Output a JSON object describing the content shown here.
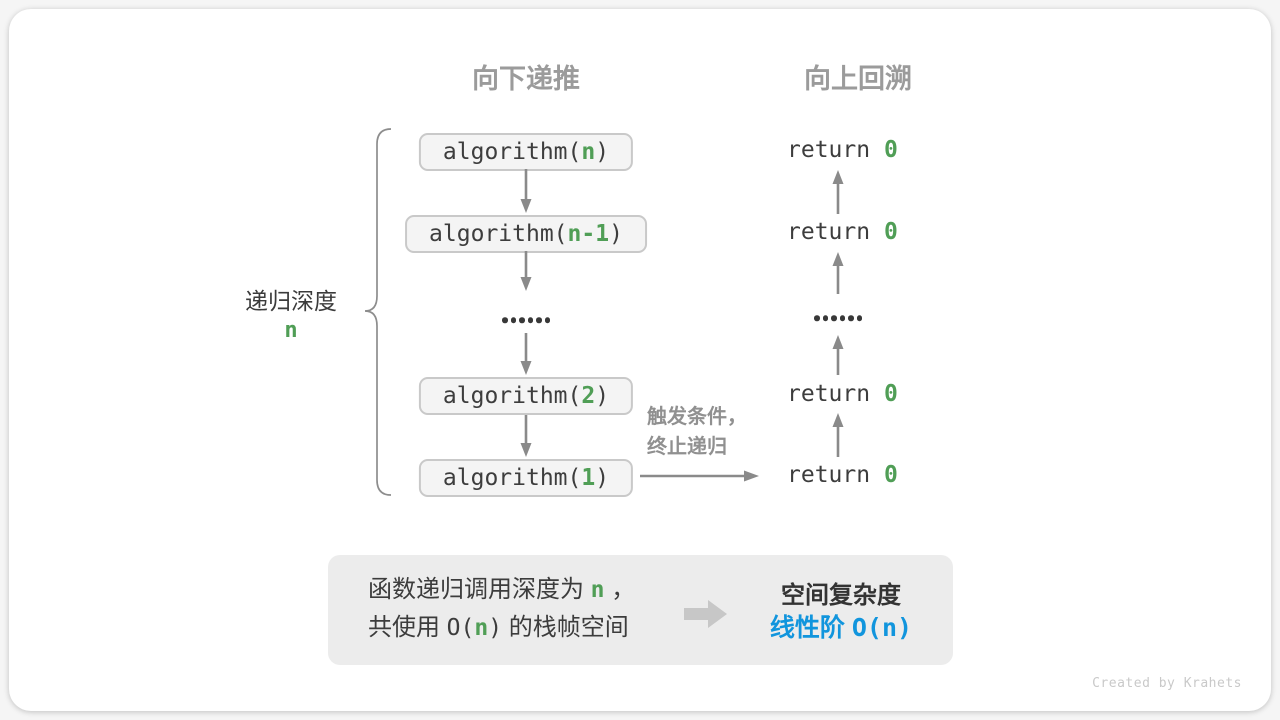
{
  "colors": {
    "accent_green": "#509e56",
    "accent_blue": "#1195dd",
    "arrow_gray": "#8a8a8a",
    "box_fill": "#f4f4f4",
    "box_border": "#c9c9c9",
    "summary_fill": "#ececec"
  },
  "headers": {
    "recurse": "向下递推",
    "backtrack": "向上回溯"
  },
  "depth_label": {
    "text": "递归深度",
    "var": "n"
  },
  "call_stack": {
    "boxes": [
      {
        "prefix": "algorithm(",
        "arg": "n",
        "suffix": ")"
      },
      {
        "prefix": "algorithm(",
        "arg": "n-1",
        "suffix": ")"
      },
      {
        "prefix": "algorithm(",
        "arg": "2",
        "suffix": ")"
      },
      {
        "prefix": "algorithm(",
        "arg": "1",
        "suffix": ")"
      }
    ]
  },
  "returns": [
    {
      "text": "return ",
      "value": "0"
    },
    {
      "text": "return ",
      "value": "0"
    },
    {
      "text": "return ",
      "value": "0"
    },
    {
      "text": "return ",
      "value": "0"
    }
  ],
  "trigger": {
    "line1": "触发条件，",
    "line2": "终止递归"
  },
  "summary": {
    "line1": {
      "prefix": "函数递归调用深度为 ",
      "var": "n",
      "suffix": " ，"
    },
    "line2": {
      "prefix": "共使用 ",
      "open": "O(",
      "var": "n",
      "close": ")",
      "suffix": " 的栈帧空间"
    }
  },
  "result": {
    "title": "空间复杂度",
    "label": "线性阶 ",
    "code": "O(n)"
  },
  "watermark": "Created by Krahets"
}
